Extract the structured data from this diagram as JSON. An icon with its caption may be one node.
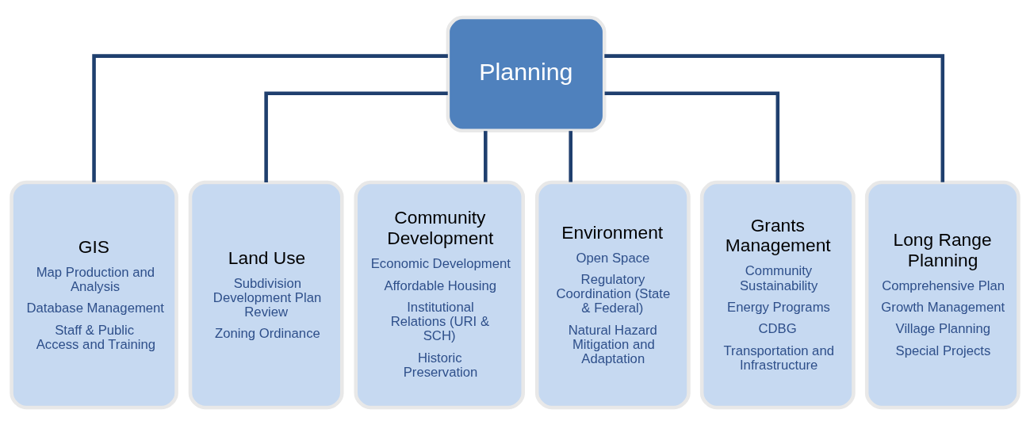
{
  "diagram": {
    "nodes": [
      {
        "text": [
          "Planning"
        ]
      },
      {
        "text": [
          "GIS",
          "Map Production and Analysis",
          "Database Management",
          "Staff & Public Access and Training"
        ]
      },
      {
        "text": [
          "Land Use",
          "Subdivision Development Plan Review",
          "Zoning Ordinance"
        ]
      },
      {
        "text": [
          "Community Development",
          "Economic Development",
          "Affordable Housing",
          "Institutional Relations (URI & SCH)",
          "Historic Preservation"
        ]
      },
      {
        "text": [
          "Environment",
          "Open Space",
          "Regulatory Coordination (State & Federal)",
          "Natural Hazard Mitigation and Adaptation"
        ]
      },
      {
        "text": [
          "Grants Management",
          "Community Sustainability",
          "Energy Programs",
          "CDBG",
          "Transportation and Infrastructure"
        ]
      },
      {
        "text": [
          "Long Range Planning",
          "Comprehensive Plan",
          "Growth Management",
          "Village Planning",
          "Special Projects"
        ]
      }
    ],
    "edges": [
      {
        "from": 0,
        "to": 1,
        "arrow": "none"
      },
      {
        "from": 0,
        "to": 2,
        "arrow": "none"
      },
      {
        "from": 0,
        "to": 3,
        "arrow": "none"
      },
      {
        "from": 0,
        "to": 4,
        "arrow": "none"
      },
      {
        "from": 0,
        "to": 5,
        "arrow": "none"
      },
      {
        "from": 0,
        "to": 6,
        "arrow": "none"
      }
    ]
  }
}
